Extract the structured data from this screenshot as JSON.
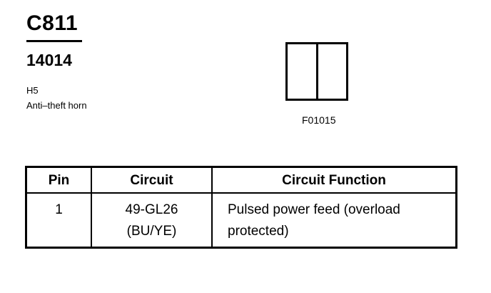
{
  "header": {
    "connector_id": "C811",
    "part_number": "14014",
    "location": "H5",
    "description": "Anti–theft horn"
  },
  "figure": {
    "code": "F01015"
  },
  "table": {
    "headers": [
      "Pin",
      "Circuit",
      "Circuit Function"
    ],
    "rows": [
      {
        "pin": "1",
        "circuit_line1": "49-GL26",
        "circuit_line2": "(BU/YE)",
        "function_line1": "Pulsed power feed (overload",
        "function_line2": "protected)"
      }
    ]
  }
}
